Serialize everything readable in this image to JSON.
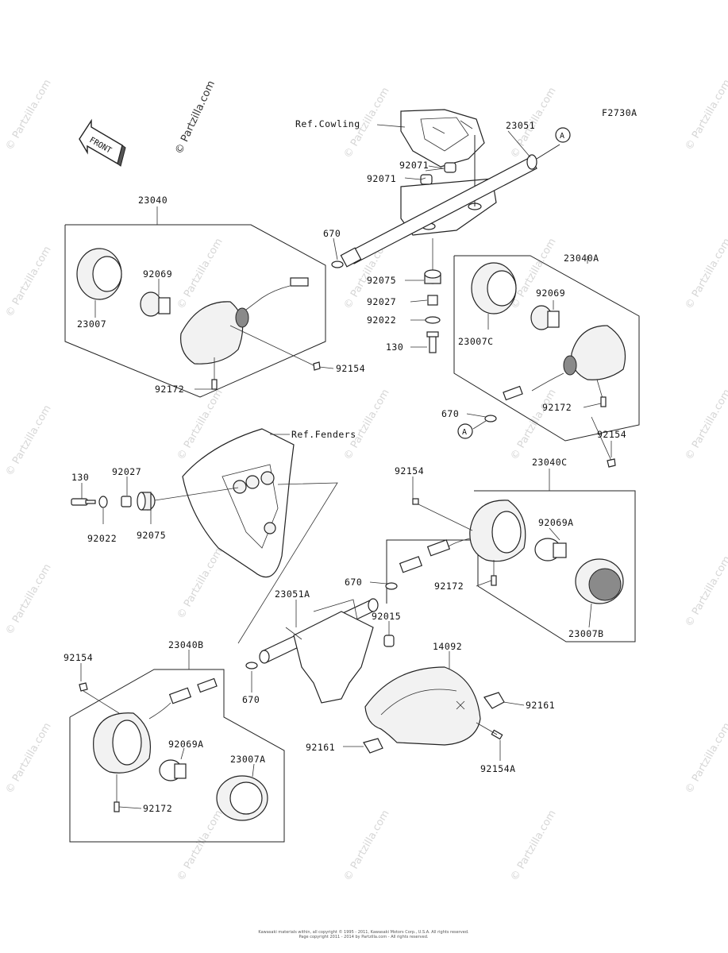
{
  "figure_code": "F2730A",
  "watermark": "© Partzilla.com",
  "front_label": "FRONT",
  "refs": {
    "cowling": "Ref.Cowling",
    "fenders": "Ref.Fenders"
  },
  "circle_marker": "A",
  "labels": {
    "p23051": "23051",
    "p92071a": "92071",
    "p92071b": "92071",
    "p23040": "23040",
    "p670a": "670",
    "p92069a": "92069",
    "p23007": "23007",
    "p92075a": "92075",
    "p92027a": "92027",
    "p92022a": "92022",
    "p130a": "130",
    "p92154a": "92154",
    "p92172a": "92172",
    "p23040A": "23040A",
    "p92069b": "92069",
    "p23007C": "23007C",
    "p670b": "670",
    "p92172b": "92172",
    "p92154b": "92154",
    "p130b": "130",
    "p92027b": "92027",
    "p92022b": "92022",
    "p92075b": "92075",
    "p92154c": "92154",
    "p23040C": "23040C",
    "p92069A": "92069A",
    "p670c": "670",
    "p92172c": "92172",
    "p23007B": "23007B",
    "p23051A": "23051A",
    "p92015": "92015",
    "p14092": "14092",
    "p92154d": "92154",
    "p23040B": "23040B",
    "p670d": "670",
    "p92069A2": "92069A",
    "p23007A": "23007A",
    "p92172d": "92172",
    "p92161a": "92161",
    "p92161b": "92161",
    "p92154A": "92154A"
  },
  "footer": {
    "line1": "Kawasaki materials within, all copyright © 1995 - 2011, Kawasaki Motors Corp., U.S.A. All rights reserved.",
    "line2": "Page copyright 2011 - 2014 by Partzilla.com - All rights reserved."
  }
}
